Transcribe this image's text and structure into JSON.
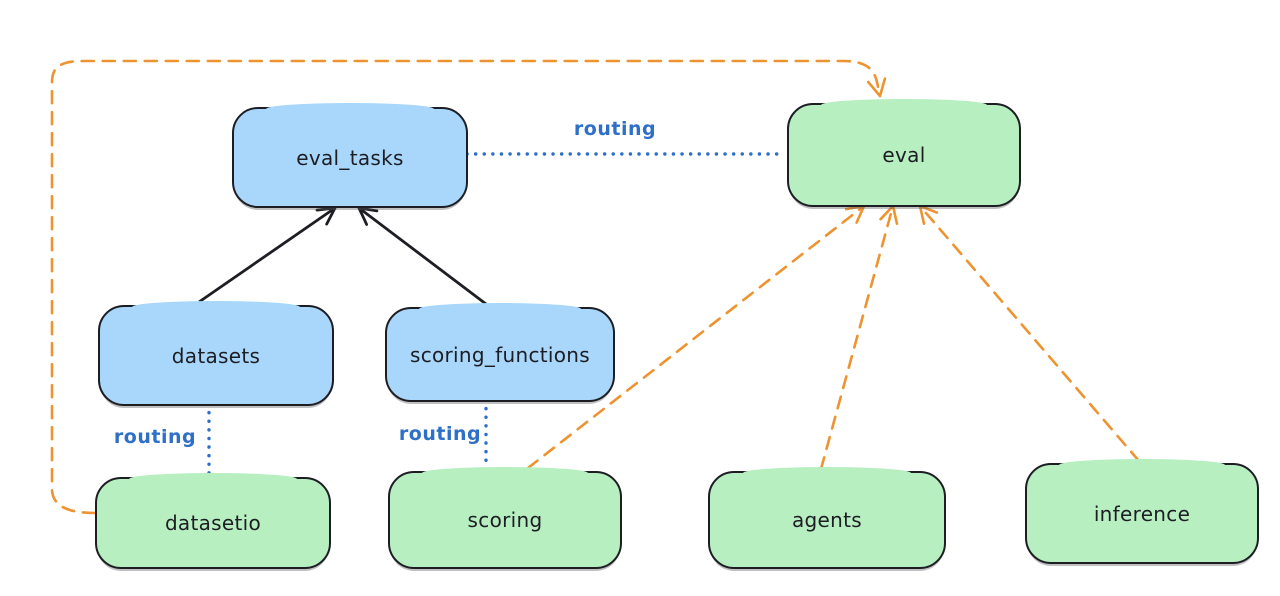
{
  "diagram": {
    "nodes": {
      "eval_tasks": {
        "label": "eval_tasks",
        "fill": "#a8d7fb"
      },
      "eval": {
        "label": "eval",
        "fill": "#b7efc1"
      },
      "datasets": {
        "label": "datasets",
        "fill": "#a8d7fb"
      },
      "scoring_functions": {
        "label": "scoring_functions",
        "fill": "#a8d7fb"
      },
      "datasetio": {
        "label": "datasetio",
        "fill": "#b7efc1"
      },
      "scoring": {
        "label": "scoring",
        "fill": "#b7efc1"
      },
      "agents": {
        "label": "agents",
        "fill": "#b7efc1"
      },
      "inference": {
        "label": "inference",
        "fill": "#b7efc1"
      }
    },
    "edges": [
      {
        "from": "datasets",
        "to": "eval_tasks",
        "style": "solid-black-arrow",
        "label": ""
      },
      {
        "from": "scoring_functions",
        "to": "eval_tasks",
        "style": "solid-black-arrow",
        "label": ""
      },
      {
        "from": "eval_tasks",
        "to": "eval",
        "style": "dotted-blue",
        "label": "routing"
      },
      {
        "from": "datasets",
        "to": "datasetio",
        "style": "dotted-blue",
        "label": "routing"
      },
      {
        "from": "scoring_functions",
        "to": "scoring",
        "style": "dotted-blue",
        "label": "routing"
      },
      {
        "from": "datasetio",
        "to": "eval",
        "style": "dashed-orange-arrow",
        "label": ""
      },
      {
        "from": "scoring",
        "to": "eval",
        "style": "dashed-orange-arrow",
        "label": ""
      },
      {
        "from": "agents",
        "to": "eval",
        "style": "dashed-orange-arrow",
        "label": ""
      },
      {
        "from": "inference",
        "to": "eval",
        "style": "dashed-orange-arrow",
        "label": ""
      }
    ],
    "colors": {
      "blue_fill": "#a8d7fb",
      "green_fill": "#b7efc1",
      "stroke": "#1d1d24",
      "routing_blue": "#2e6fc7",
      "orange": "#ed9330"
    }
  }
}
